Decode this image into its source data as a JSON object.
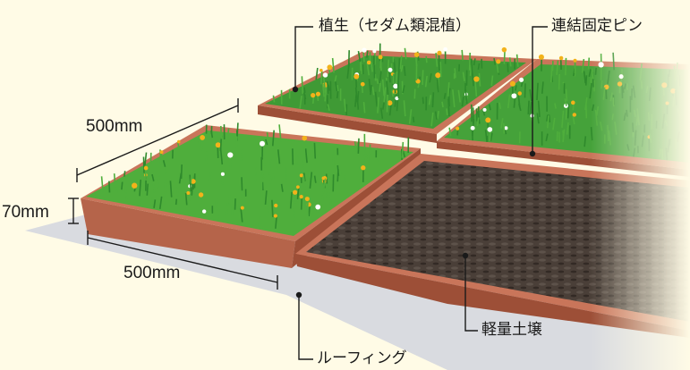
{
  "labels": {
    "vegetation": "植生（セダム類混植）",
    "fixing_pin": "連結固定ピン",
    "lightweight_soil": "軽量土壌",
    "roofing": "ルーフィング"
  },
  "dimensions": {
    "width_top": "500mm",
    "width_bottom": "500mm",
    "height": "70mm"
  },
  "colors": {
    "background": "#fffbe6",
    "tray": "#c9755a",
    "tray_dark": "#9d4f37",
    "grass": "#4fae3c",
    "grass_dark": "#2f8a2c",
    "flower_yellow": "#f2b21a",
    "soil": "#4a3f38",
    "roofing_sheet": "#d9dbe0",
    "line": "#1a1a1a"
  }
}
